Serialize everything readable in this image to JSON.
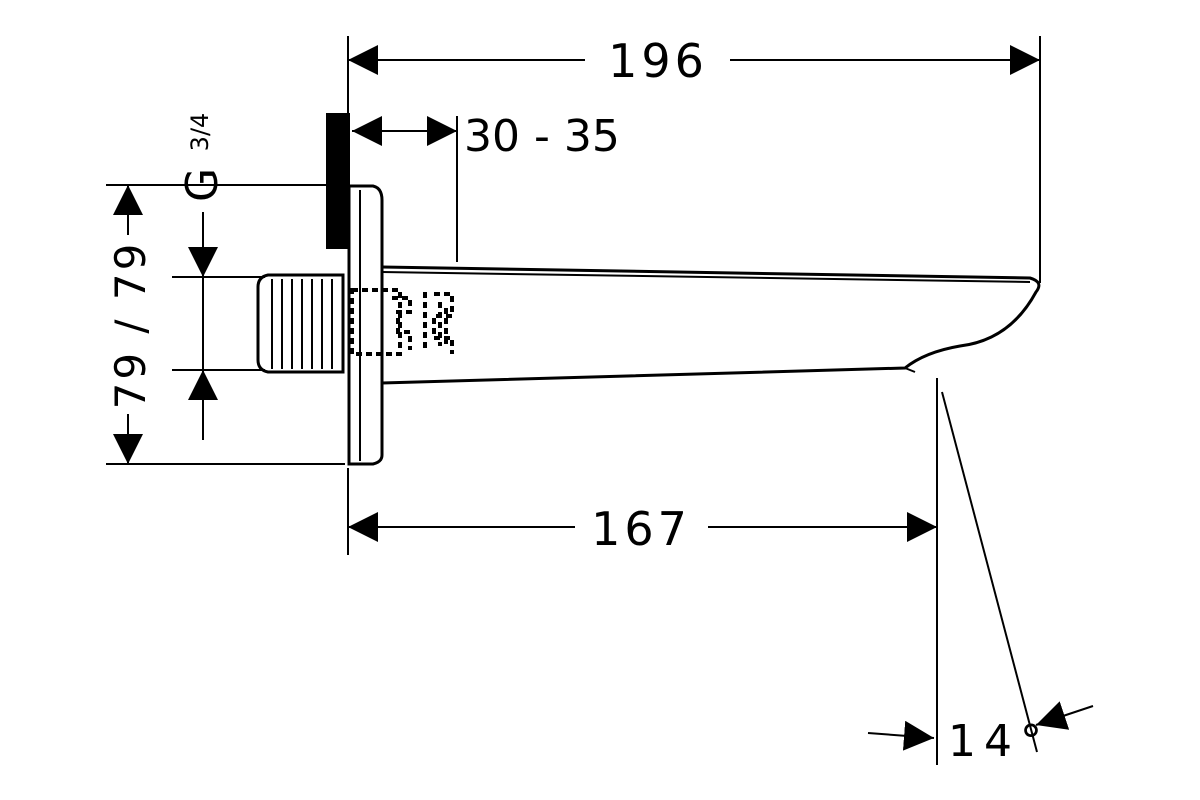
{
  "drawing": {
    "dimensions": {
      "overall_length": "196",
      "wall_thickness_range": "30 - 35",
      "connection_thread": "G",
      "thread_fraction": "3/4",
      "height_range": "79 / 79",
      "spout_reach": "167",
      "jet_angle": "14°"
    },
    "line_color": "#000000",
    "background_color": "#ffffff"
  }
}
